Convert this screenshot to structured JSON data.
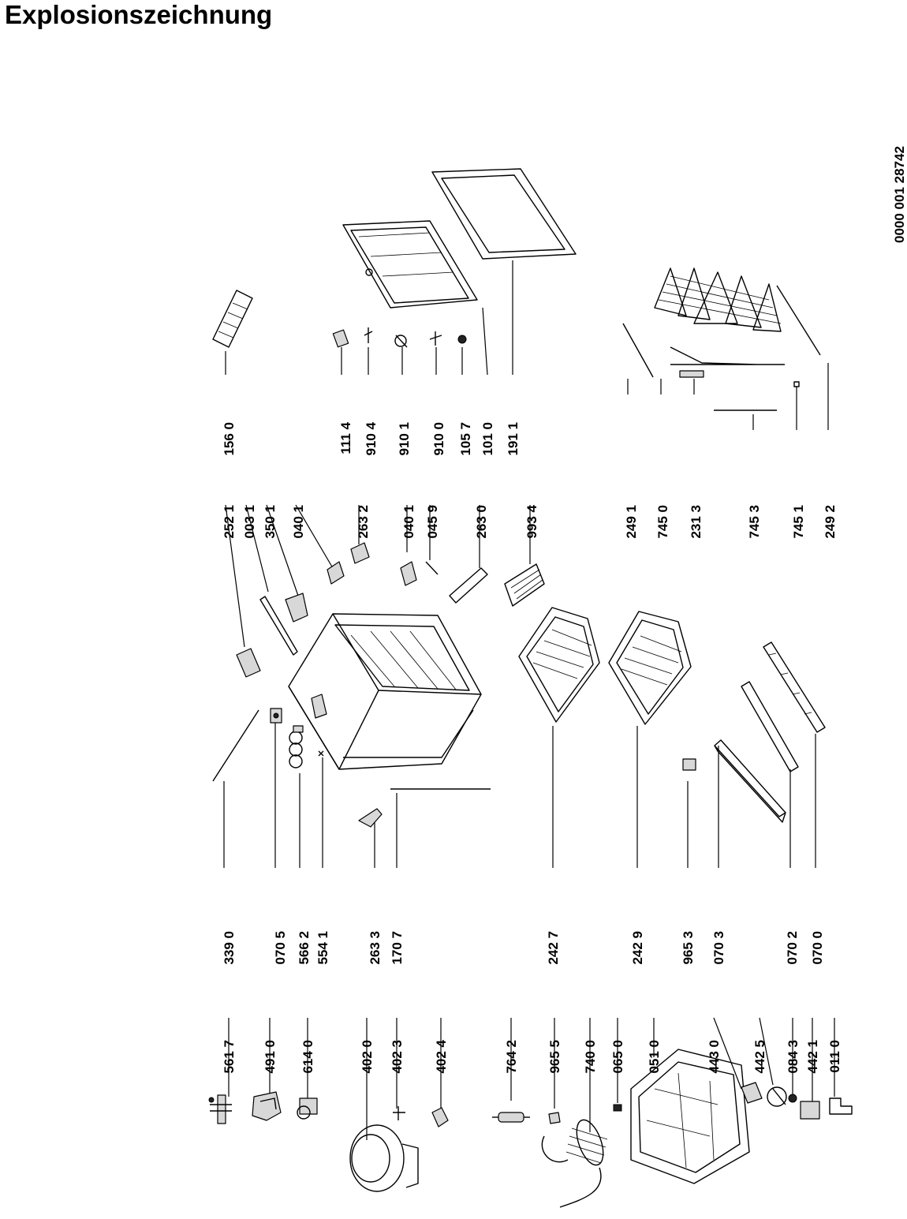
{
  "title": "Explosionszeichnung",
  "document_number": "0000 001 28742",
  "labels": {
    "c1": [
      "561 7",
      "491 0",
      "614 0",
      "402 0",
      "402 3",
      "402 4",
      "764 2",
      "965 5",
      "740 0",
      "065 0",
      "051 0",
      "443 0",
      "442 5",
      "084 3",
      "442 1",
      "011 0"
    ],
    "c2": [
      "339 0",
      "070 5",
      "566 2",
      "554 1",
      "263 3",
      "170 7",
      "242 7",
      "242 9",
      "965 3",
      "070 3",
      "070 2",
      "070 0"
    ],
    "c3": [
      "252 1",
      "003 1",
      "350 1",
      "040 1",
      "263 2",
      "040 1",
      "045 9",
      "263 0",
      "993 4",
      "249 1",
      "745 0",
      "231 3",
      "745 3",
      "745 1",
      "249 2"
    ],
    "c4": [
      "156 0",
      "111 4",
      "910 4",
      "910 1",
      "910 0",
      "105 7",
      "101 0",
      "191 1"
    ]
  }
}
